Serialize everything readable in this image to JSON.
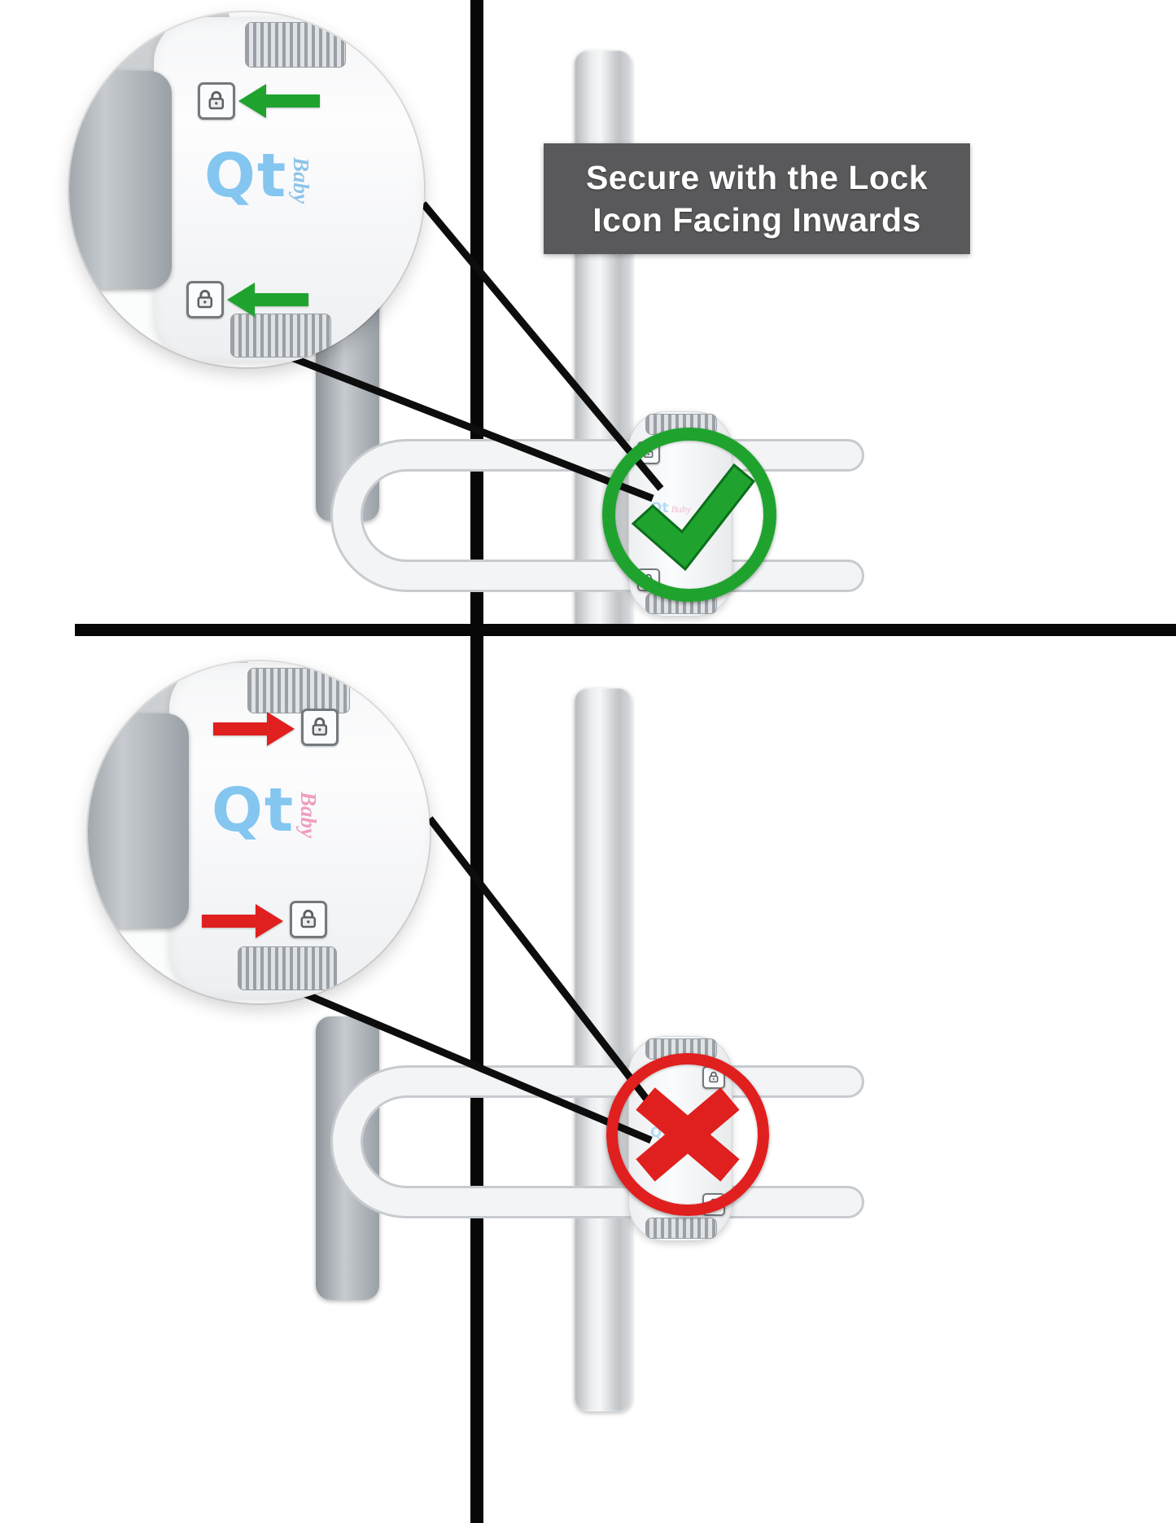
{
  "banner": {
    "line1": "Secure with the Lock",
    "line2": "Icon Facing Inwards"
  },
  "brand": {
    "name": "Qt",
    "sub": "Baby"
  },
  "colors": {
    "correct_green": "#1fa32e",
    "incorrect_red": "#e01f1f",
    "banner_bg": "#59595b",
    "leader_line": "#0d0d0d",
    "handle_silver": "#c9ccd0",
    "handle_gray": "#a7adb2",
    "lock_body_white": "#f6f7f8"
  },
  "panels": [
    {
      "id": "correct-installation",
      "result": "checkmark",
      "arrow_direction": "left",
      "arrow_color": "#1fa32e"
    },
    {
      "id": "incorrect-installation",
      "result": "cross",
      "arrow_direction": "right",
      "arrow_color": "#e01f1f"
    }
  ],
  "icons": {
    "padlock-icon": "🔒",
    "checkmark-icon": "✓",
    "x-icon": "✕",
    "arrow-left-icon": "←",
    "arrow-right-icon": "→"
  }
}
